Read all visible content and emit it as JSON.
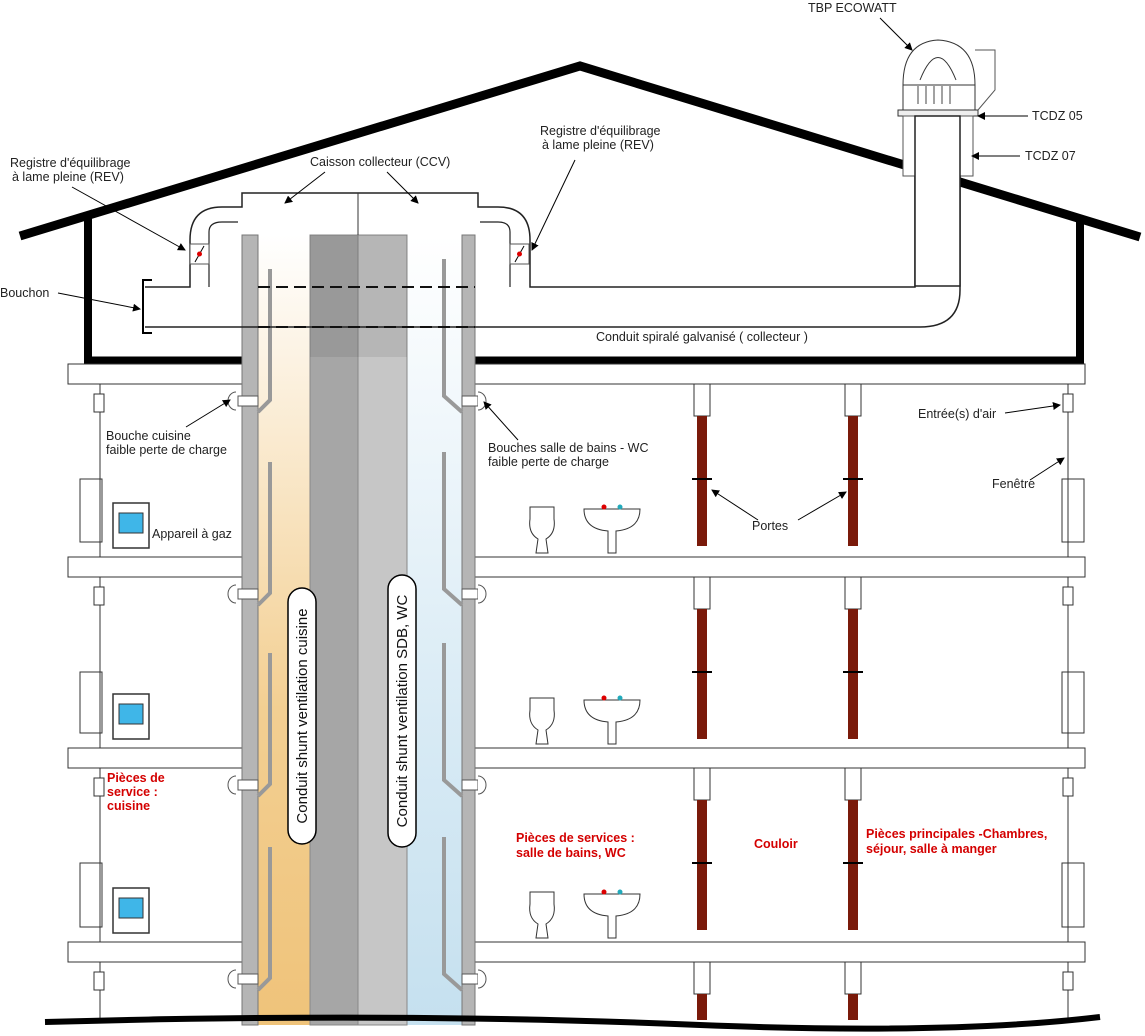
{
  "labels": {
    "fan": "TBP ECOWATT",
    "tcdz05": "TCDZ 05",
    "tcdz07": "TCDZ 07",
    "rev_left_1": "Registre d'équilibrage",
    "rev_left_2": "à lame pleine (REV)",
    "rev_right_1": "Registre d'équilibrage",
    "rev_right_2": "à lame pleine (REV)",
    "ccv": "Caisson collecteur (CCV)",
    "bouchon": "Bouchon",
    "collector": "Conduit spiralé galvanisé ( collecteur )",
    "bouche_cuisine_1": "Bouche cuisine",
    "bouche_cuisine_2": "faible perte de charge",
    "bouches_sdb_1": "Bouches salle de bains - WC",
    "bouches_sdb_2": "faible perte de charge",
    "entree_air": "Entrée(s) d'air",
    "fenetre": "Fenêtre",
    "appareil_gaz": "Appareil à gaz",
    "portes": "Portes",
    "shunt_cuisine": "Conduit shunt ventilation cuisine",
    "shunt_sdb": "Conduit shunt ventilation SDB, WC"
  },
  "rooms": {
    "service_1": "Pièces de",
    "service_2": "service :",
    "service_3": "cuisine",
    "sdb_1": "Pièces de services :",
    "sdb_2": "salle de bains, WC",
    "couloir": "Couloir",
    "principales_1": "Pièces principales -Chambres,",
    "principales_2": "séjour, salle à manger"
  },
  "colors": {
    "room_label": "#d40000",
    "door": "#7a1a0a",
    "kitchen_duct": "#f0c47a",
    "sdb_duct": "#c8e2f0"
  }
}
